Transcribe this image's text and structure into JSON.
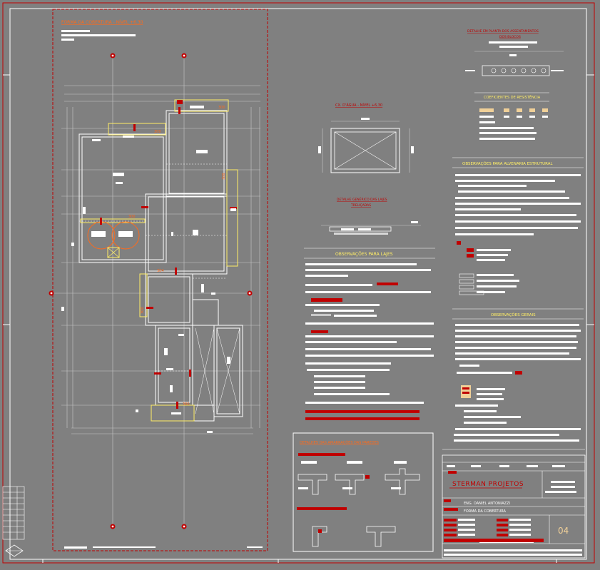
{
  "colors": {
    "background": "#808080",
    "line_white": "#ffffff",
    "line_grey": "#c8c8c8",
    "red": "#c00000",
    "orange": "#ff6a1a",
    "yellow": "#ffee66",
    "beige": "#f0d098"
  },
  "plan": {
    "title": "FORMA DA COBERTURA - NÍVEL +6,30",
    "dims": [
      "300",
      "300",
      "304",
      "300",
      "300",
      "300",
      "300"
    ]
  },
  "lintel": {
    "title": "DETALHE EM PLANTA DOS ASSENTAMENTOS",
    "title2": "DOS BLOCOS"
  },
  "coef": {
    "title": "COEFICIENTES DE RESISTÊNCIA"
  },
  "caixa": {
    "title": "CX. D'ÁGUA - NÍVEL +6,30"
  },
  "laje_detail": {
    "title": "DETALHE GENÉRICO DAS LAJES",
    "title2": "TRELIÇADAS"
  },
  "obs_lajes": {
    "title": "OBSERVAÇÕES PARA LAJES"
  },
  "obs_alvenaria": {
    "title": "OBSERVAÇÕES PARA ALVENARIA ESTRUTURAL"
  },
  "obs_gerais": {
    "title": "OBSERVAÇÕES GERAIS"
  },
  "paredes": {
    "title": "DETALHES DAS AMARRAÇÕES DAS PAREDES"
  },
  "titleblock": {
    "company": "STERMAN PROJETOS",
    "engineer": "ENG. DANIEL ANTONIAZZI",
    "drawing": "FORMA DA COBERTURA",
    "sheet": "04"
  }
}
